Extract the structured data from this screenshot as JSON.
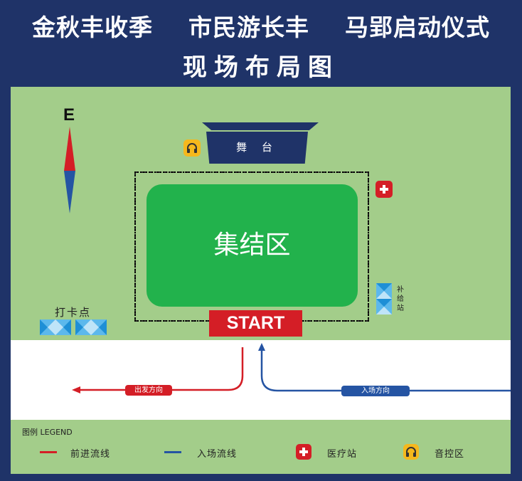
{
  "header": {
    "title_line1": "金秋丰收季    市民游长丰    马郢启动仪式",
    "title_line2": "现场布局图"
  },
  "compass": {
    "label": "E"
  },
  "stage": {
    "label": "舞 台"
  },
  "assembly_area": {
    "label": "集结区"
  },
  "start_banner": {
    "label": "START"
  },
  "supply_station": {
    "label": "补\n给\n站"
  },
  "checkin_point": {
    "label": "打卡点"
  },
  "routes": {
    "exit_label": "出发方向",
    "entry_label": "入场方向"
  },
  "legend": {
    "title": "图例 LEGEND",
    "items": [
      {
        "label": "前进流线",
        "kind": "line",
        "color": "#d41e26"
      },
      {
        "label": "入场流线",
        "kind": "line",
        "color": "#2554a3"
      },
      {
        "label": "医疗站",
        "kind": "icon",
        "icon": "medical-cross-icon"
      },
      {
        "label": "音控区",
        "kind": "icon",
        "icon": "headphones-icon"
      }
    ]
  },
  "colors": {
    "background": "#1f3368",
    "map": "#a3cd8a",
    "assembly": "#22b24c",
    "exit_route": "#d41e26",
    "entry_route": "#2554a3",
    "supply_blue": "#3aa3e3",
    "audio_yellow": "#f5b81d"
  }
}
